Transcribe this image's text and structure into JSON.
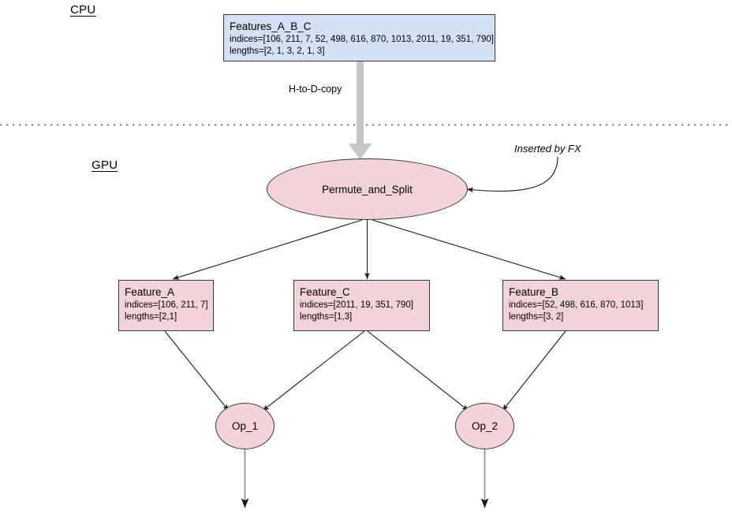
{
  "zones": {
    "cpu": {
      "label": "CPU"
    },
    "gpu": {
      "label": "GPU"
    }
  },
  "colors": {
    "cpu_node_fill": "#d4e1f2",
    "gpu_node_fill": "#f2d3d7",
    "node_stroke": "#36393d",
    "edge_stroke": "#1a1a1a",
    "copy_arrow": "#c6c6c6",
    "divider": "#555555",
    "background": "#ffffff"
  },
  "nodes": {
    "features_abc": {
      "title": "Features_A_B_C",
      "indices": "indices=[106, 211, 7, 52, 498, 616, 870, 1013, 2011, 19, 351, 790]",
      "lengths": "lengths=[2, 1, 3, 2, 1, 3]"
    },
    "permute_and_split": {
      "title": "Permute_and_Split"
    },
    "feature_a": {
      "title": "Feature_A",
      "indices": "indices=[106, 211, 7]",
      "lengths": "lengths=[2,1]"
    },
    "feature_c": {
      "title": "Feature_C",
      "indices": "indices=[2011, 19, 351, 790]",
      "lengths": "lengths=[1,3]"
    },
    "feature_b": {
      "title": "Feature_B",
      "indices": "indices=[52, 498, 616, 870, 1013]",
      "lengths": "lengths=[3, 2]"
    },
    "op_1": {
      "title": "Op_1"
    },
    "op_2": {
      "title": "Op_2"
    }
  },
  "edges": {
    "h_to_d_copy": {
      "label": "H-to-D-copy"
    },
    "inserted_by_fx": {
      "label": "Inserted by FX"
    }
  }
}
